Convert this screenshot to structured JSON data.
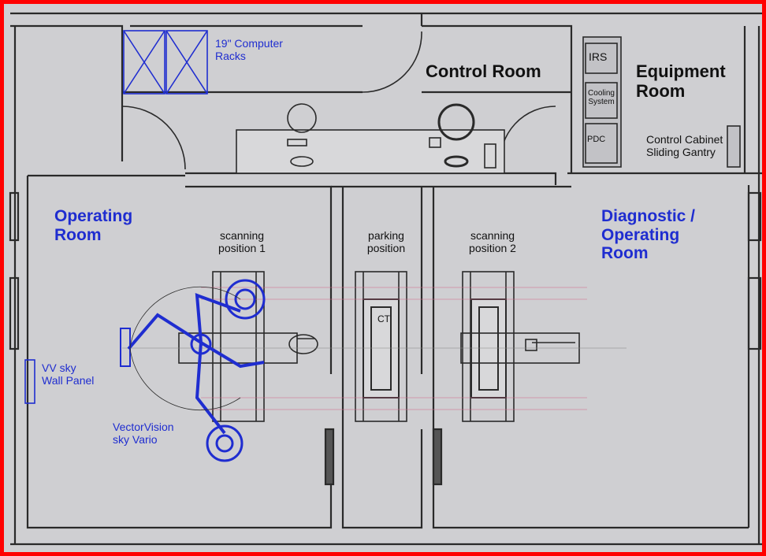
{
  "rooms": {
    "control_room": "Control Room",
    "equipment_room": [
      "Equipment",
      "Room"
    ],
    "operating_room": [
      "Operating",
      "Room"
    ],
    "diagnostic_room": [
      "Diagnostic /",
      "Operating",
      "Room"
    ]
  },
  "labels": {
    "racks": [
      "19\" Computer",
      "Racks"
    ],
    "irs": "IRS",
    "cooling_system": [
      "Cooling",
      "System"
    ],
    "pdc": "PDC",
    "control_cabinet": [
      "Control Cabinet",
      "Sliding Gantry"
    ],
    "scanning_position_1": [
      "scanning",
      "position 1"
    ],
    "parking_position": [
      "parking",
      "position"
    ],
    "scanning_position_2": [
      "scanning",
      "position 2"
    ],
    "ct": "CT",
    "wall_panel": [
      "VV sky",
      "Wall Panel"
    ],
    "vectorvision": [
      "VectorVision",
      "sky Vario"
    ]
  },
  "colors": {
    "frame": "#ff0000",
    "wall": "#2a2a2a",
    "blue": "#1f2dd0",
    "background": "#cfcfd2"
  }
}
